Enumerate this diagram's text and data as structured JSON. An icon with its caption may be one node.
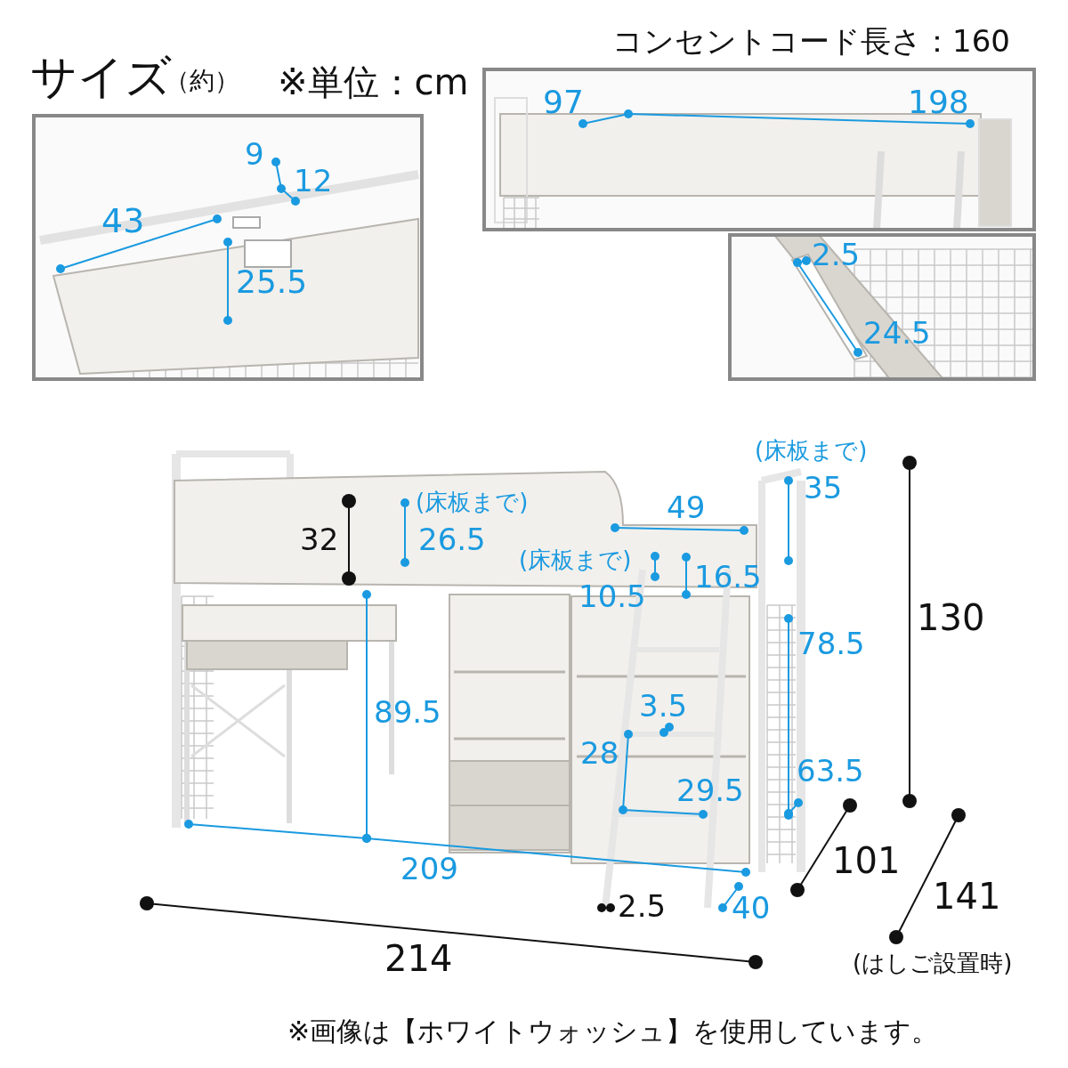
{
  "diagram": {
    "title": "サイズ",
    "labels": [
      "（約）",
      "※単位：cm",
      "コンセントコード長さ：160",
      "9",
      "12",
      "43",
      "25.5",
      "97",
      "198",
      "2.5",
      "24.5",
      "(床板まで)",
      "35",
      "32",
      "(床板まで)",
      "26.5",
      "49",
      "(床板まで)",
      "16.5",
      "10.5",
      "130",
      "78.5",
      "89.5",
      "3.5",
      "28",
      "63.5",
      "29.5",
      "209",
      "101",
      "2.5",
      "40",
      "141",
      "214",
      "(はしご設置時)",
      "※画像は【ホワイトウォッシュ】を使用しています。"
    ]
  }
}
